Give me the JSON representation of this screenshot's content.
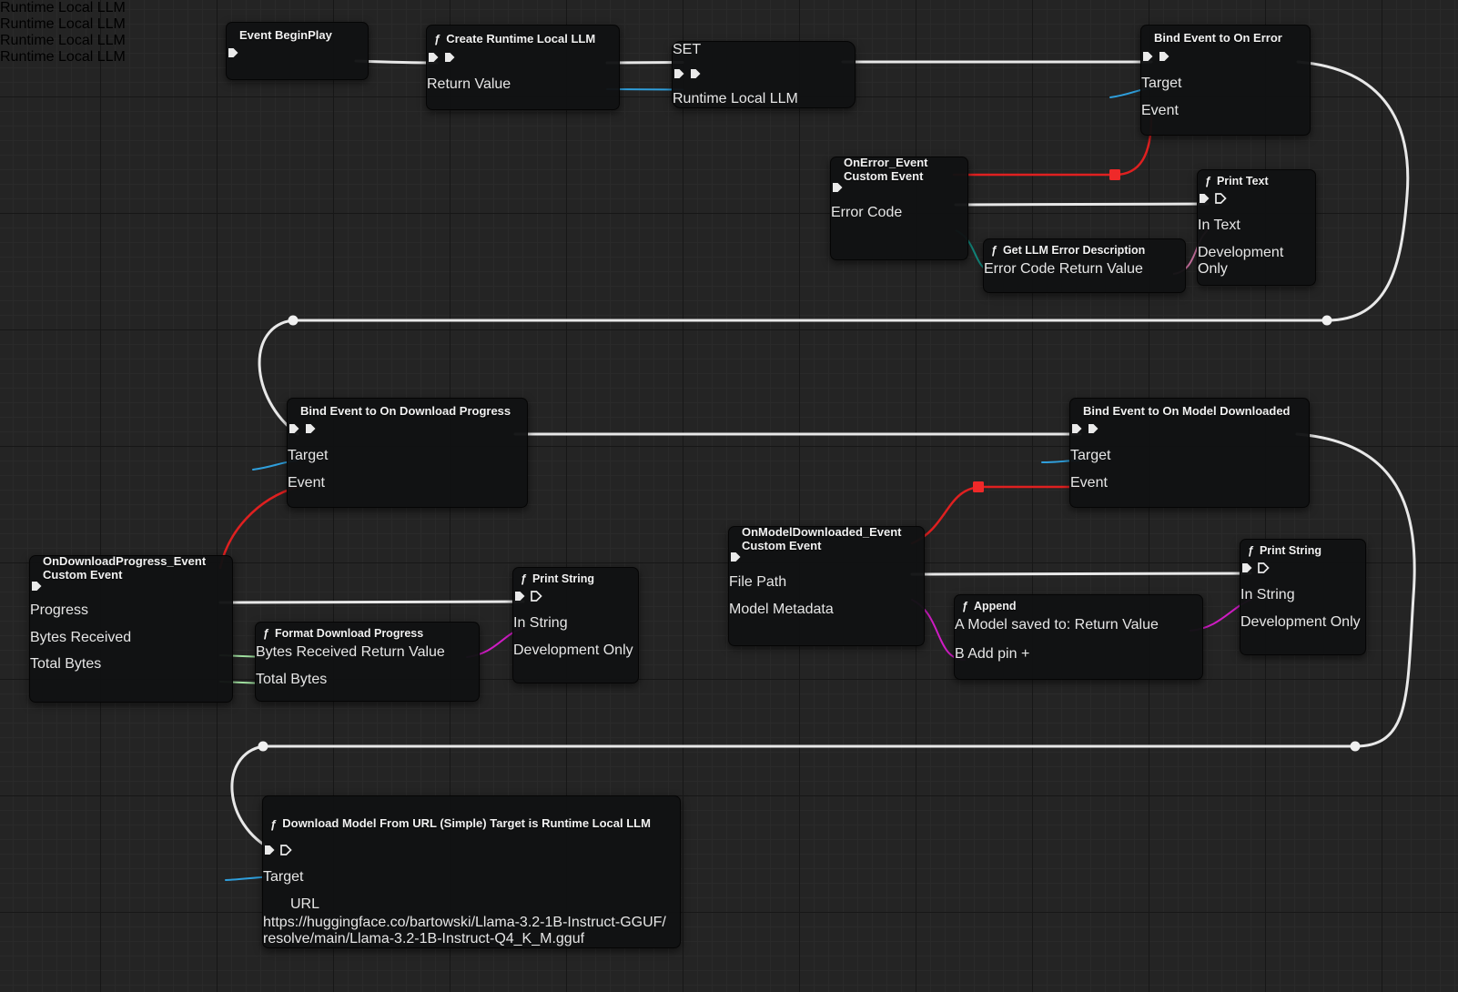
{
  "colors": {
    "exec_wire": "#e8e8e8",
    "object_blue": "#2f9fdc",
    "delegate_red": "#ef2929",
    "string_magenta": "#cf1cc3",
    "text_pink": "#e087b4",
    "int64_green": "#9fdf9f",
    "float_green": "#35e01f",
    "enum_teal": "#12877c",
    "struct_blue": "#2b60d6",
    "banner_olive": "#73731f"
  },
  "icons": {
    "function_glyph": "ƒ",
    "add_glyph": "+"
  },
  "common": {
    "target": "Target",
    "event": "Event",
    "custom_event": "Custom Event",
    "return_value": "Return Value",
    "development_only": "Development Only",
    "in_string": "In String",
    "runtime_local_llm": "Runtime Local LLM",
    "error_code": "Error Code",
    "bytes_received": "Bytes Received",
    "total_bytes": "Total Bytes",
    "print_string": "Print String",
    "add_pin": "Add pin"
  },
  "nodes": {
    "event_beginplay": {
      "title": "Event BeginPlay"
    },
    "create_runtime_local_llm": {
      "title": "Create Runtime Local LLM"
    },
    "set": {
      "title": "SET"
    },
    "bind_event_on_error": {
      "title": "Bind Event to On Error"
    },
    "onerror_event": {
      "title": "OnError_Event"
    },
    "get_llm_error_description": {
      "title": "Get LLM Error Description"
    },
    "print_text": {
      "title": "Print Text",
      "in_text": "In Text"
    },
    "bind_event_on_download_progress": {
      "title": "Bind Event to On Download Progress"
    },
    "ondownloadprogress_event": {
      "title": "OnDownloadProgress_Event",
      "progress": "Progress"
    },
    "format_download_progress": {
      "title": "Format Download Progress"
    },
    "bind_event_on_model_downloaded": {
      "title": "Bind Event to On Model Downloaded"
    },
    "onmodeldownloaded_event": {
      "title": "OnModelDownloaded_Event",
      "file_path": "File Path",
      "model_metadata": "Model Metadata"
    },
    "append": {
      "title": "Append",
      "pin_a": "A",
      "pin_b": "B",
      "a_value": "Model saved to:"
    },
    "download_model_from_url": {
      "title": "Download Model From URL (Simple)",
      "subtitle": "Target is Runtime Local LLM",
      "url_label": "URL",
      "url_value": "https://huggingface.co/bartowski/Llama-3.2-1B-Instruct-GGUF/\nresolve/main/Llama-3.2-1B-Instruct-Q4_K_M.gguf"
    }
  }
}
